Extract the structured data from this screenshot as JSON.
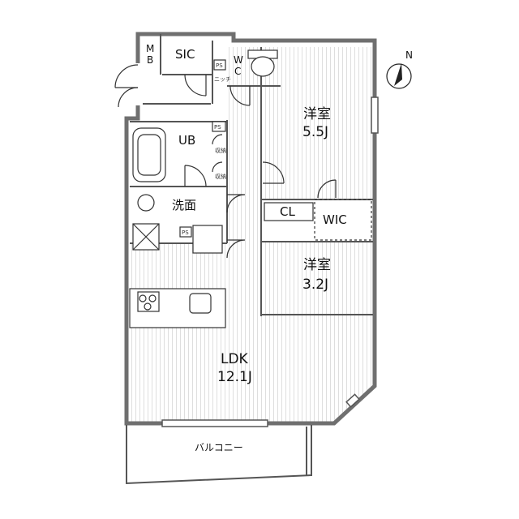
{
  "rooms": {
    "mb_top": "M",
    "mb_bottom": "B",
    "sic": "SIC",
    "wc_top": "W",
    "wc_bottom": "C",
    "ub": "UB",
    "washroom": "洗面",
    "western1_name": "洋室",
    "western1_size": "5.5J",
    "cl": "CL",
    "wic": "WIC",
    "western2_name": "洋室",
    "western2_size": "3.2J",
    "ldk_name": "LDK",
    "ldk_size": "12.1J",
    "balcony": "バルコニー"
  },
  "small_labels": {
    "ps": "PS",
    "storage": "収納",
    "nishou": "ニッチ"
  },
  "compass": {
    "north": "N"
  },
  "colors": {
    "wall": "#7a7a7a",
    "wall_dark": "#555555",
    "floor_hatch": "#e2e2e2",
    "line": "#333333"
  }
}
